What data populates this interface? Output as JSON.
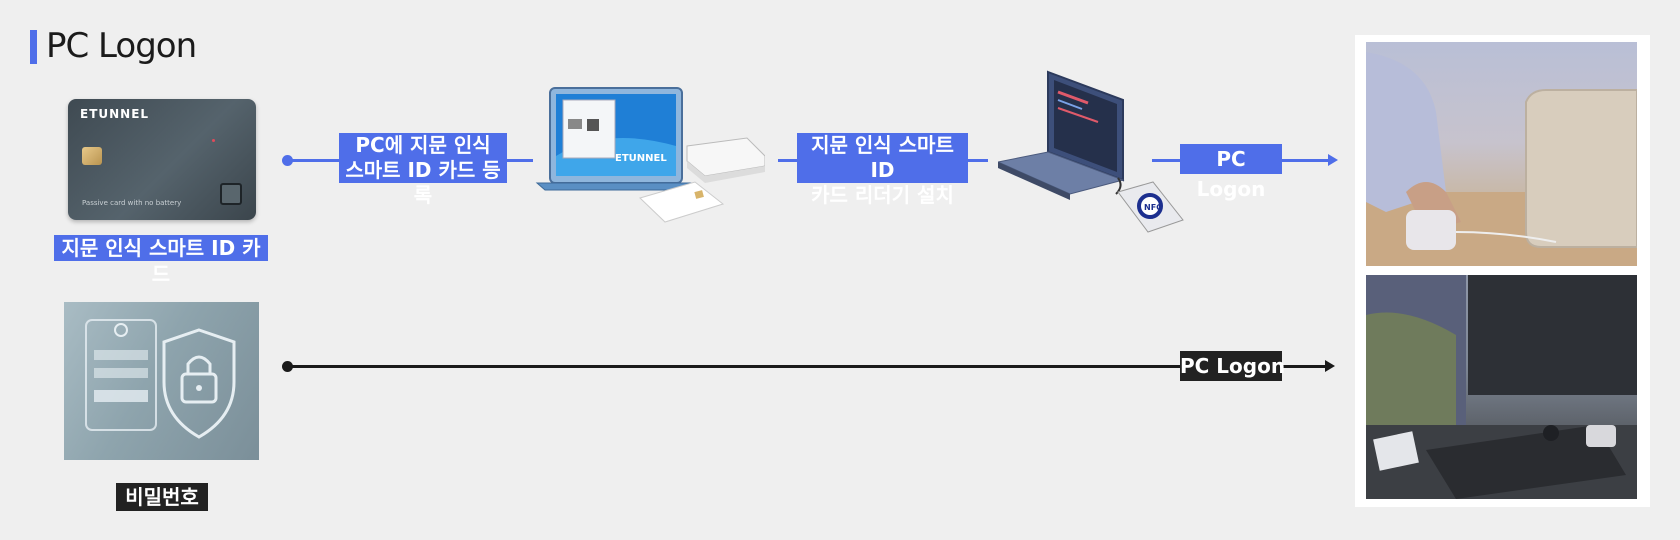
{
  "header": {
    "title": "PC Logon"
  },
  "flow_top": {
    "card_label": "지문 인식 스마트 ID 카드",
    "card_brand": "ETUNNEL",
    "card_text": "Passive card with no battery",
    "step1_label": "PC에 지문 인식\n스마트 ID 카드 등록",
    "laptop_brand": "ETUNNEL",
    "step2_label": "지문 인식 스마트 ID\n카드 리더기 설치",
    "result_label": "PC Logon"
  },
  "flow_bottom": {
    "source_label": "비밀번호",
    "result_label": "PC Logon"
  },
  "colors": {
    "accent": "#4f6ee9",
    "dark": "#222222",
    "background": "#efefef"
  }
}
